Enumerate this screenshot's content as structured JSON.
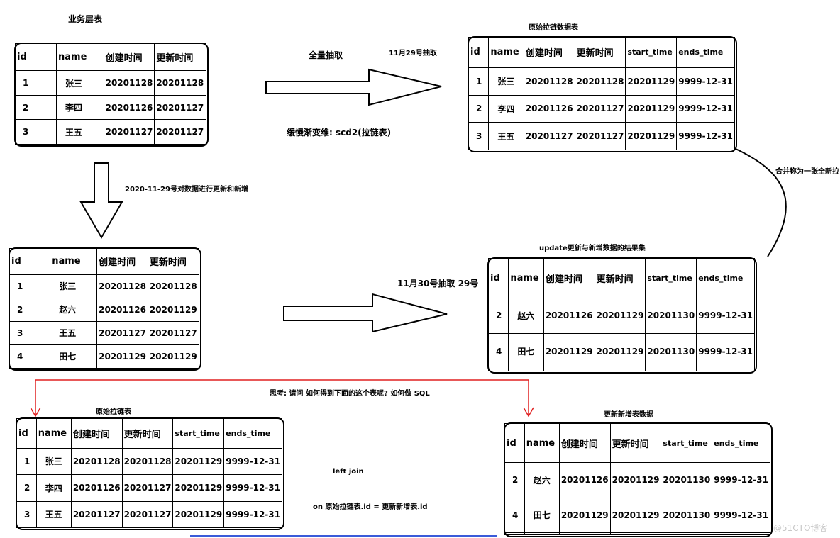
{
  "titles": {
    "business_table": "业务层表",
    "original_zipper": "原始拉链数据表",
    "update_result": "update更新与新增数据的结果集",
    "original_zipper2": "原始拉链表",
    "update_insert": "更新新增表数据"
  },
  "notes": {
    "full_extract": "全量抽取",
    "extract_1129": "11月29号抽取",
    "scd2": "缓慢渐变维: scd2(拉链表)",
    "update_on_1129": "2020-11-29号对数据进行更新和新增",
    "extract_1130": "11月30号抽取 29号",
    "merge": "合并称为一张全新拉",
    "question": "思考: 请问 如何得到下面的这个表呢? 如何做  SQL",
    "left_join": "left join",
    "join_on": "on  原始拉链表.id = 更新新增表.id",
    "watermark": "@51CTO博客"
  },
  "tables": {
    "business_before": {
      "headers": [
        "id",
        "name",
        "创建时间",
        "更新时间"
      ],
      "rows": [
        [
          "1",
          "张三",
          "20201128",
          "20201128"
        ],
        [
          "2",
          "李四",
          "20201126",
          "20201127"
        ],
        [
          "3",
          "王五",
          "20201127",
          "20201127"
        ]
      ]
    },
    "zipper_top": {
      "headers": [
        "id",
        "name",
        "创建时间",
        "更新时间",
        "start_time",
        "ends_time"
      ],
      "rows": [
        [
          "1",
          "张三",
          "20201128",
          "20201128",
          "20201129",
          "9999-12-31"
        ],
        [
          "2",
          "李四",
          "20201126",
          "20201127",
          "20201129",
          "9999-12-31"
        ],
        [
          "3",
          "王五",
          "20201127",
          "20201127",
          "20201129",
          "9999-12-31"
        ]
      ]
    },
    "business_after": {
      "headers": [
        "id",
        "name",
        "创建时间",
        "更新时间"
      ],
      "rows": [
        [
          "1",
          "张三",
          "20201128",
          "20201128"
        ],
        [
          "2",
          "赵六",
          "20201126",
          "20201129"
        ],
        [
          "3",
          "王五",
          "20201127",
          "20201127"
        ],
        [
          "4",
          "田七",
          "20201129",
          "20201129"
        ]
      ]
    },
    "update_result": {
      "headers": [
        "id",
        "name",
        "创建时间",
        "更新时间",
        "start_time",
        "ends_time"
      ],
      "rows": [
        [
          "2",
          "赵六",
          "20201126",
          "20201129",
          "20201130",
          "9999-12-31"
        ],
        [
          "4",
          "田七",
          "20201129",
          "20201129",
          "20201130",
          "9999-12-31"
        ],
        [
          "",
          "",
          "",
          "",
          "",
          ""
        ]
      ]
    },
    "zipper_bottom": {
      "headers": [
        "id",
        "name",
        "创建时间",
        "更新时间",
        "start_time",
        "ends_time"
      ],
      "rows": [
        [
          "1",
          "张三",
          "20201128",
          "20201128",
          "20201129",
          "9999-12-31"
        ],
        [
          "2",
          "李四",
          "20201126",
          "20201127",
          "20201129",
          "9999-12-31"
        ],
        [
          "3",
          "王五",
          "20201127",
          "20201127",
          "20201129",
          "9999-12-31"
        ]
      ]
    },
    "update_insert": {
      "headers": [
        "id",
        "name",
        "创建时间",
        "更新时间",
        "start_time",
        "ends_time"
      ],
      "rows": [
        [
          "2",
          "赵六",
          "20201126",
          "20201129",
          "20201130",
          "9999-12-31"
        ],
        [
          "4",
          "田七",
          "20201129",
          "20201129",
          "20201130",
          "9999-12-31"
        ],
        [
          "",
          "",
          "",
          "",
          "",
          ""
        ]
      ]
    }
  },
  "colors": {
    "line": "#000000",
    "flow_arrow": "#e02020",
    "watermark": "#c8c8c8"
  }
}
